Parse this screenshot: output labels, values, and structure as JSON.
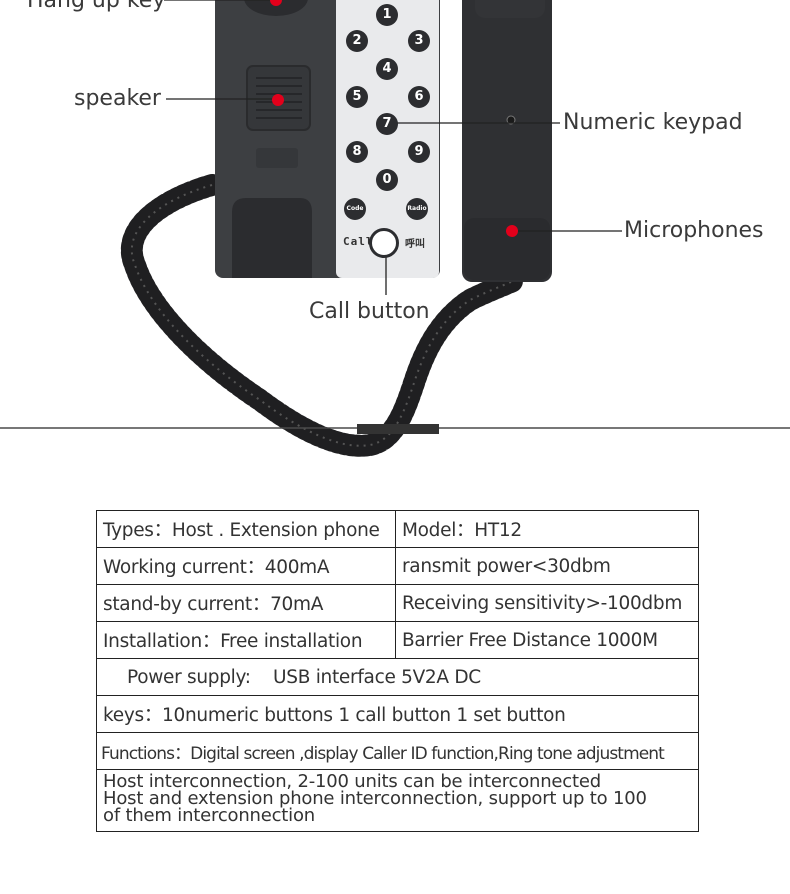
{
  "callouts": {
    "hang_up_key": "Hang up key",
    "speaker": "speaker",
    "numeric_keypad": "Numeric keypad",
    "microphones": "Microphones",
    "call_button": "Call button"
  },
  "keypad": {
    "keys": [
      "1",
      "2",
      "3",
      "4",
      "5",
      "6",
      "7",
      "8",
      "9",
      "0",
      "Code",
      "Radio"
    ],
    "call_text": "Call",
    "call_cn": "呼叫"
  },
  "colors": {
    "body": "#3d3f42",
    "keypad_panel": "#e9eaec",
    "key": "#2c2d30",
    "marker": "#e3001b",
    "cord": "#1f1f21"
  },
  "specs": {
    "types": "Types：Host . Extension phone",
    "model": "Model：HT12",
    "working_current": "Working current：400mA",
    "transmit_power": "ransmit power<30dbm",
    "standby_current": "stand-by current：70mA",
    "receiving_sensitivity": "Receiving sensitivity>-100dbm",
    "installation": "Installation：Free installation",
    "barrier_free_distance": "Barrier Free Distance  1000M",
    "power_supply": "Power supply:    USB interface 5V2A DC",
    "keys": "keys：10numeric buttons  1 call button 1 set button",
    "functions": "Functions：Digital screen ,display Caller ID function,Ring tone adjustment",
    "interconnection": [
      "Host interconnection, 2-100 units can be interconnected",
      "Host and extension phone interconnection, support up to 100",
      "of them interconnection"
    ]
  }
}
